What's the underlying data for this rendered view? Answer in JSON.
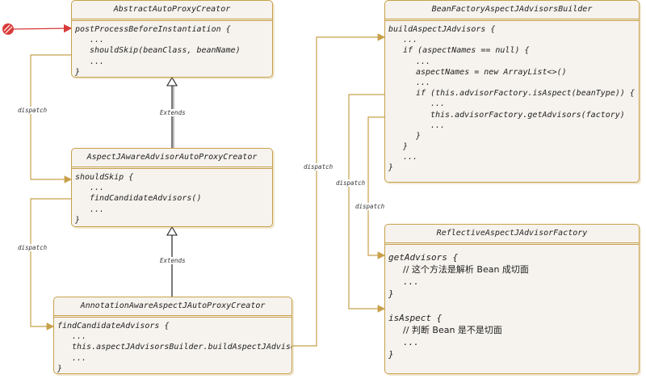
{
  "boxes": {
    "abstract": {
      "title": "AbstractAutoProxyCreator",
      "lines": [
        "postProcessBeforeInstantiation {",
        "...",
        "shouldSkip(beanClass, beanName)",
        "...",
        "}"
      ]
    },
    "aspectj": {
      "title": "AspectJAwareAdvisorAutoProxyCreator",
      "lines": [
        "shouldSkip {",
        "...",
        "findCandidateAdvisors()",
        "...",
        "}"
      ]
    },
    "annotation": {
      "title": "AnnotationAwareAspectJAutoProxyCreator",
      "lines": [
        "findCandidateAdvisors {",
        "...",
        "this.aspectJAdvisorsBuilder.buildAspectJAdvisors()",
        "...",
        "}"
      ]
    },
    "builder": {
      "title": "BeanFactoryAspectJAdvisorsBuilder",
      "lines": [
        "buildAspectJAdvisors {",
        "...",
        "if (aspectNames == null) {",
        "...",
        "aspectNames = new ArrayList<>()",
        "...",
        "if (this.advisorFactory.isAspect(beanType)) {",
        "...",
        "this.advisorFactory.getAdvisors(factory)",
        "...",
        "}",
        "}",
        "...",
        "}"
      ]
    },
    "factory": {
      "title": "ReflectiveAspectJAdvisorFactory",
      "lines": [
        "getAdvisors {",
        "// 这个方法是解析 Bean 成切面",
        "...",
        "}",
        "",
        "isAspect {",
        "// 判断 Bean 是不是切面",
        "...",
        "}"
      ]
    }
  },
  "labels": {
    "dispatch": "dispatch",
    "extends": "Extends"
  },
  "colors": {
    "border": "#c8a04a",
    "fill": "#f6f3ee",
    "arrow_red": "#d93a3a",
    "line_dark": "#222222"
  }
}
